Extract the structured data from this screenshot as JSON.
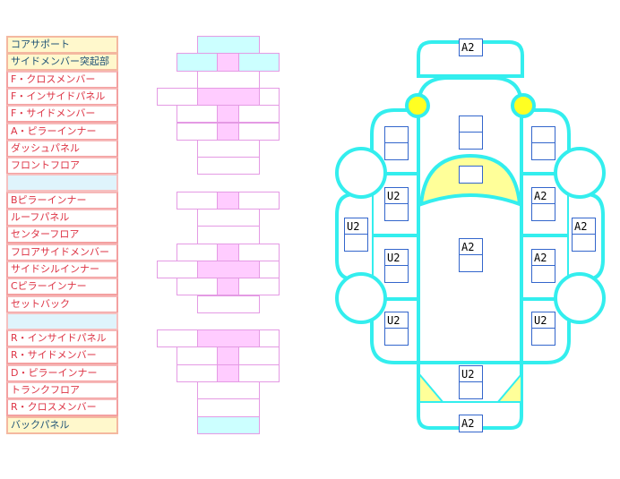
{
  "parts_list": [
    {
      "label": "コアサポート",
      "style": "y"
    },
    {
      "label": "サイドメンバー突起部",
      "style": "y"
    },
    {
      "label": "F・クロスメンバー",
      "style": ""
    },
    {
      "label": "F・インサイドパネル",
      "style": ""
    },
    {
      "label": "F・サイドメンバー",
      "style": ""
    },
    {
      "label": "A・ピラーインナー",
      "style": ""
    },
    {
      "label": "ダッシュパネル",
      "style": ""
    },
    {
      "label": "フロントフロア",
      "style": ""
    },
    {
      "label": "",
      "style": "b"
    },
    {
      "label": "Bピラーインナー",
      "style": ""
    },
    {
      "label": "ルーフパネル",
      "style": ""
    },
    {
      "label": "センターフロア",
      "style": ""
    },
    {
      "label": "フロアサイドメンバー",
      "style": ""
    },
    {
      "label": "サイドシルインナー",
      "style": ""
    },
    {
      "label": "Cピラーインナー",
      "style": ""
    },
    {
      "label": "セットバック",
      "style": ""
    },
    {
      "label": "",
      "style": "b"
    },
    {
      "label": "R・インサイドパネル",
      "style": ""
    },
    {
      "label": "R・サイドメンバー",
      "style": ""
    },
    {
      "label": "D・ピラーインナー",
      "style": ""
    },
    {
      "label": "トランクフロア",
      "style": ""
    },
    {
      "label": "R・クロスメンバー",
      "style": ""
    },
    {
      "label": "バックパネル",
      "style": "y"
    }
  ],
  "car_labels": {
    "front_bumper": "A2",
    "hood": "",
    "cowl": "",
    "left_front_fender": "",
    "right_front_fender": "",
    "left_front_door": "U2",
    "right_front_door": "A2",
    "left_rocker": "U2",
    "right_rocker": "A2",
    "roof": "A2",
    "left_rear_door": "U2",
    "right_rear_door": "A2",
    "left_quarter": "U2",
    "right_quarter": "U2",
    "trunk": "U2",
    "rear_bumper": "A2"
  },
  "colors": {
    "outline": "#33eeee",
    "highlight": "#ffff99",
    "pillar": "#ffff22"
  }
}
